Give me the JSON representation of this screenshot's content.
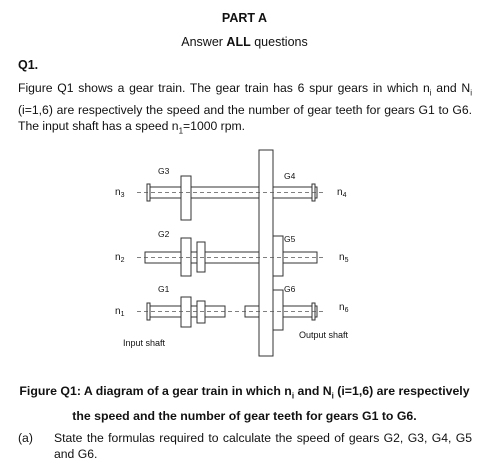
{
  "header": {
    "part": "PART A",
    "instruction_prefix": "Answer ",
    "instruction_bold": "ALL",
    "instruction_suffix": " questions"
  },
  "question": {
    "label": "Q1.",
    "text_l1": "Figure Q1 shows a gear train. The gear train has 6 spur gears in which n",
    "sub_i": "i",
    "text_and": " and",
    "text_l2a": "N",
    "text_l2b": " (i=1,6) are respectively the speed and the number of gear teeth for gears",
    "text_l3": "G1 to G6. The input shaft has a speed n",
    "sub_1": "1",
    "text_l3b": "=1000 rpm."
  },
  "figure": {
    "gear_labels": [
      "G3",
      "G2",
      "G1",
      "G4",
      "G5",
      "G6"
    ],
    "left_speed_labels": [
      "n3",
      "n2",
      "n1"
    ],
    "right_speed_labels": [
      "n4",
      "n5",
      "n6"
    ],
    "input_label": "Input shaft",
    "output_label": "Output shaft"
  },
  "caption": {
    "line1": "Figure Q1: A diagram of a gear train in which n",
    "sub_i": "i",
    "line1b": " and N",
    "line1c": " (i=1,6) are respectively",
    "line2": "the speed and the number of gear teeth for gears G1 to G6."
  },
  "sub_question": {
    "label": "(a)",
    "text": "State the formulas required to calculate the speed of gears G2, G3, G4, G5 and G6."
  }
}
